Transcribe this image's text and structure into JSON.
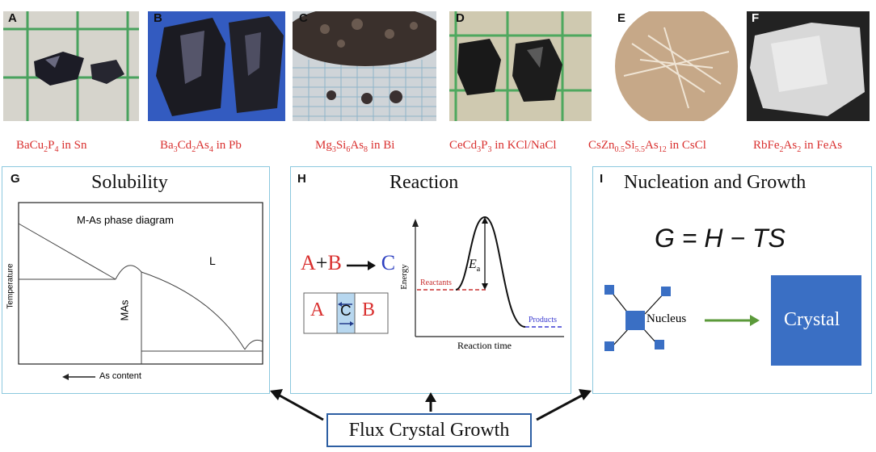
{
  "photos": [
    {
      "label": "A",
      "caption_parts": [
        [
          "BaCu",
          "n"
        ],
        [
          "2",
          "sub"
        ],
        [
          "P",
          "n"
        ],
        [
          "4",
          "sub"
        ],
        [
          " in Sn",
          "n"
        ]
      ]
    },
    {
      "label": "B",
      "caption_parts": [
        [
          "Ba",
          "n"
        ],
        [
          "3",
          "sub"
        ],
        [
          "Cd",
          "n"
        ],
        [
          "2",
          "sub"
        ],
        [
          "As",
          "n"
        ],
        [
          "4",
          "sub"
        ],
        [
          "  in Pb",
          "n"
        ]
      ]
    },
    {
      "label": "C",
      "caption_parts": [
        [
          "Mg",
          "n"
        ],
        [
          "3",
          "sub"
        ],
        [
          "Si",
          "n"
        ],
        [
          "6",
          "sub"
        ],
        [
          "As",
          "n"
        ],
        [
          "8",
          "sub"
        ],
        [
          "  in Bi",
          "n"
        ]
      ]
    },
    {
      "label": "D",
      "caption_parts": [
        [
          "CeCd",
          "n"
        ],
        [
          "3",
          "sub"
        ],
        [
          "P",
          "n"
        ],
        [
          "3",
          "sub"
        ],
        [
          "  in KCl/NaCl",
          "n"
        ]
      ]
    },
    {
      "label": "E",
      "caption_parts": [
        [
          "CsZn",
          "n"
        ],
        [
          "0.5",
          "sub"
        ],
        [
          "Si",
          "n"
        ],
        [
          "5.5",
          "sub"
        ],
        [
          "As",
          "n"
        ],
        [
          "12",
          "sub"
        ],
        [
          "  in CsCl",
          "n"
        ]
      ]
    },
    {
      "label": "F",
      "caption_parts": [
        [
          "RbFe",
          "n"
        ],
        [
          "2",
          "sub"
        ],
        [
          "As",
          "n"
        ],
        [
          "2",
          "sub"
        ],
        [
          "  in FeAs",
          "n"
        ]
      ]
    }
  ],
  "panel_g": {
    "label": "G",
    "title": "Solubility",
    "diagram_title": "M-As phase diagram",
    "ylabel": "Temperature",
    "liquid_label": "L",
    "compound_label": "MAs",
    "xlabel": "As content"
  },
  "panel_h": {
    "label": "H",
    "title": "Reaction",
    "eq_a": "A",
    "eq_plus": "+",
    "eq_b": "B",
    "eq_c": "C",
    "box_a": "A",
    "box_c": "C",
    "box_b": "B",
    "ylabel": "Energy",
    "xlabel": "Reaction time",
    "reactants": "Reactants",
    "products": "Products",
    "ea": "E",
    "ea_sub": "a"
  },
  "panel_i": {
    "label": "I",
    "title": "Nucleation and Growth",
    "equation": "G = H − TS",
    "nucleus": "Nucleus",
    "crystal": "Crystal"
  },
  "bottom": {
    "label": "Flux Crystal Growth"
  },
  "colors": {
    "caption_red": "#d9302f",
    "panel_border": "#8cc8de",
    "accent_blue": "#3a6fc4",
    "arrow_green": "#5b9a3a",
    "dashed_red": "#c83030",
    "dashed_blue": "#3a3ad0"
  }
}
